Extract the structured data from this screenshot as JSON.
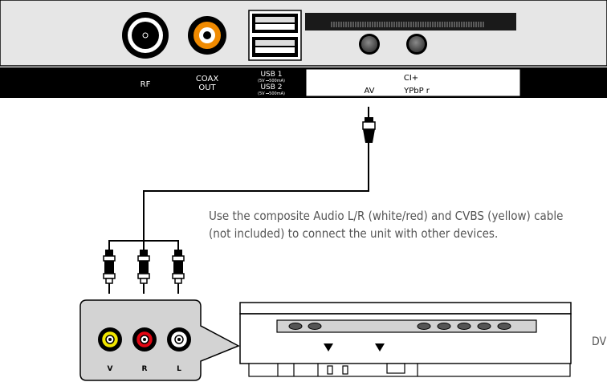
{
  "tv_panel": {
    "labels": {
      "rf": "RF",
      "coax_line1": "COAX",
      "coax_line2": "OUT",
      "usb1": "USB 1",
      "usb1_spec": "(5V ⎓500mA)",
      "usb2": "USB 2",
      "usb2_spec": "(5V ⎓500mA)",
      "ci": "CI+",
      "av": "AV",
      "ypbpr": "YPbP r"
    }
  },
  "jack_labels": {
    "video": "V",
    "right": "R",
    "left": "L"
  },
  "jack_colors": {
    "video": "#f2e600",
    "right": "#e30613",
    "left": "#ffffff"
  },
  "description": {
    "line1": "Use the composite Audio L/R (white/red) and CVBS (yellow) cable",
    "line2": "(not included) to connect the unit with other devices."
  },
  "device_label": "DVD"
}
